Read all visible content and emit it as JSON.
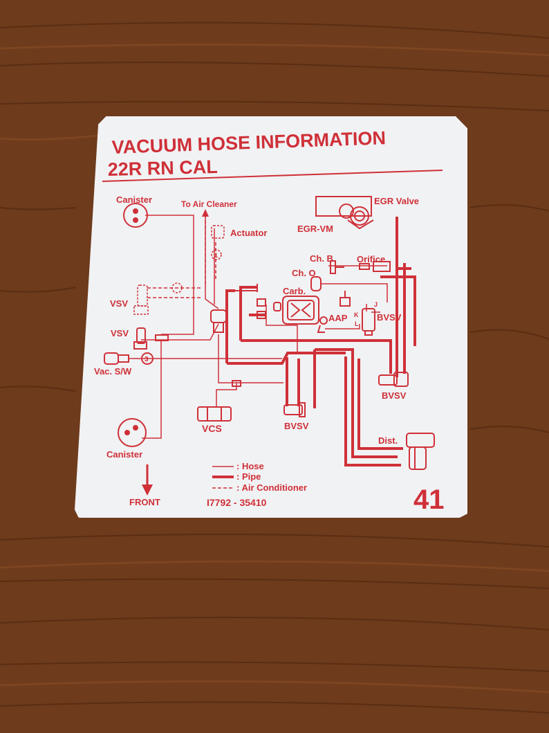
{
  "title": {
    "line1": "VACUUM HOSE INFORMATION",
    "line2": "22R  RN CAL"
  },
  "labels": {
    "canister_top": "Canister",
    "to_air_cleaner": "To  Air  Cleaner",
    "actuator": "Actuator",
    "egr_valve": "EGR Valve",
    "egr_vm": "EGR-VM",
    "ch_b": "Ch. B",
    "orifice": "Orifice",
    "ch_o": "Ch. O",
    "carb": "Carb.",
    "aap": "AAP",
    "bvsv_right": "BVSV",
    "vsv_upper": "VSV",
    "vsv_lower": "VSV",
    "vac_sw": "Vac. S/W",
    "bvsv_lower_right": "BVSV",
    "vcs": "VCS",
    "bvsv_center": "BVSV",
    "dist": "Dist.",
    "canister_bottom": "Canister",
    "front": "FRONT",
    "port_j": "J",
    "port_k": "K",
    "port_l": "L",
    "marker_1": "1",
    "marker_3": "3"
  },
  "legend": {
    "hose": ": Hose",
    "pipe": ": Pipe",
    "air_conditioner": ": Air  Conditioner"
  },
  "part_number": "I7792 - 35410",
  "code": "41",
  "colors": {
    "ink": "#cf3038",
    "sticker": "#f1f2f4",
    "wood": "#6b3a1c"
  }
}
